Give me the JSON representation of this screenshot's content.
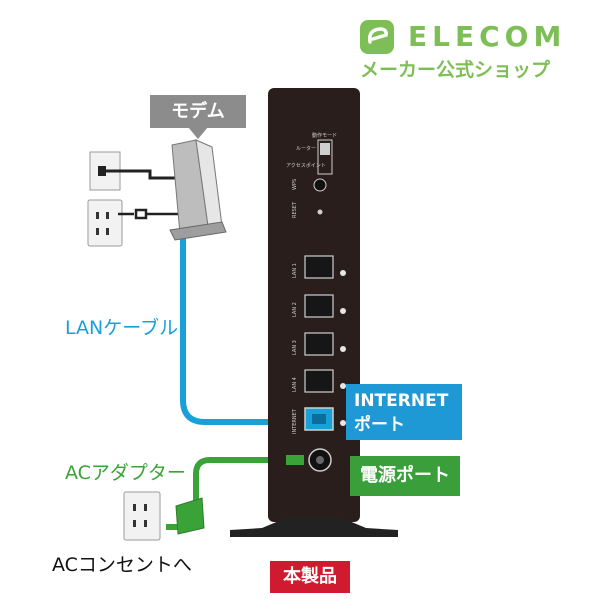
{
  "brand": {
    "name": "ELECOM",
    "subtitle": "メーカー公式ショップ",
    "color": "#7dbf56"
  },
  "callouts": {
    "modem": "モデム",
    "lan_cable": "LANケーブル",
    "internet_port_line1": "INTERNET",
    "internet_port_line2": "ポート",
    "ac_adapter": "ACアダプター",
    "power_port": "電源ポート",
    "ac_outlet": "ACコンセントへ",
    "product": "本製品"
  },
  "router_labels": {
    "mode_title": "動作モード",
    "mode_router": "ルーター",
    "mode_ap": "アクセスポイント",
    "wps": "WPS",
    "reset": "RESET",
    "lan1": "LAN 1",
    "lan2": "LAN 2",
    "lan3": "LAN 3",
    "lan4": "LAN 4",
    "internet": "INTERNET"
  },
  "colors": {
    "lan_cable": "#1aa0d8",
    "ac_cable": "#3aa338",
    "internet_box": "#1f99d6",
    "power_box": "#3a9e3a",
    "product_badge": "#cf1a2f",
    "router_body": "#2a1e1c"
  }
}
